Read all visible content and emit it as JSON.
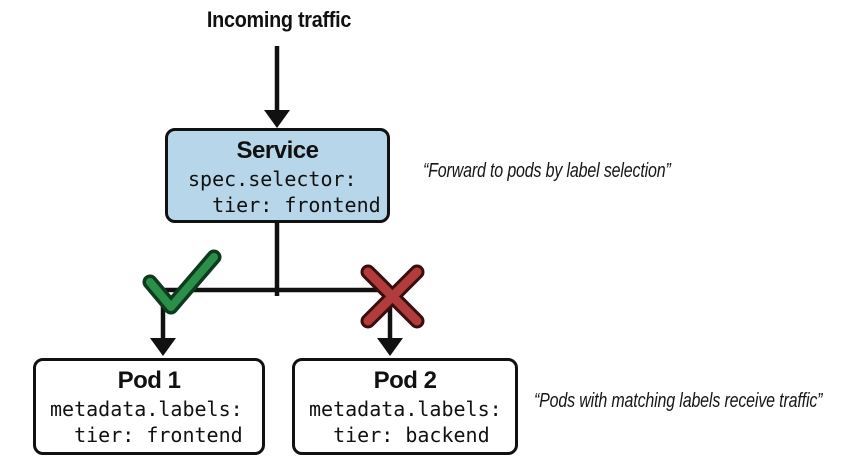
{
  "diagram": {
    "incoming_label": "Incoming traffic",
    "service": {
      "title": "Service",
      "code": "spec.selector:\n  tier: frontend"
    },
    "pod1": {
      "title": "Pod 1",
      "code": "metadata.labels:\n  tier: frontend"
    },
    "pod2": {
      "title": "Pod 2",
      "code": "metadata.labels:\n  tier: backend"
    },
    "quote_selector": "“Forward to pods by label selection”",
    "quote_pods": "“Pods with matching labels receive traffic”",
    "icons": {
      "match_icon": "check-icon",
      "no_match_icon": "cross-icon"
    },
    "colors": {
      "service_fill": "#b7d6e9",
      "line": "#111111",
      "check_green": "#2b8f4a",
      "check_outline": "#0e3a1e",
      "cross_red": "#b23b3b",
      "cross_outline": "#380f0f"
    }
  }
}
